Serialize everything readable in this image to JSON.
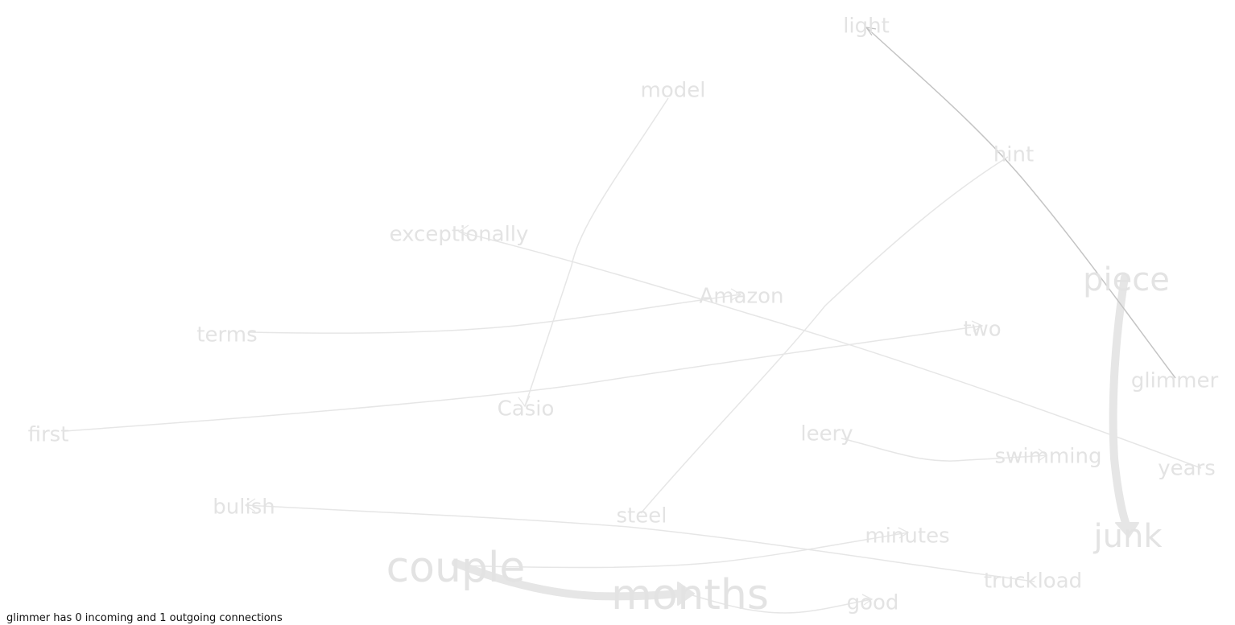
{
  "status_text": "glimmer has 0 incoming and 1 outgoing connections",
  "colors": {
    "selected": "#5b86b4",
    "neighbor": "#9cc3e2",
    "dim": "#e3e3e3"
  },
  "nodes": [
    {
      "id": "light",
      "label": "light",
      "state": "neighbor"
    },
    {
      "id": "model",
      "label": "model",
      "state": "dim"
    },
    {
      "id": "hint",
      "label": "hint",
      "state": "dim"
    },
    {
      "id": "exceptionally",
      "label": "exceptionally",
      "state": "dim"
    },
    {
      "id": "amazon",
      "label": "Amazon",
      "state": "dim"
    },
    {
      "id": "piece",
      "label": "piece",
      "state": "dim"
    },
    {
      "id": "terms",
      "label": "terms",
      "state": "dim"
    },
    {
      "id": "two",
      "label": "two",
      "state": "dim"
    },
    {
      "id": "glimmer",
      "label": "glimmer",
      "state": "selected"
    },
    {
      "id": "casio",
      "label": "Casio",
      "state": "dim"
    },
    {
      "id": "first",
      "label": "first",
      "state": "dim"
    },
    {
      "id": "leery",
      "label": "leery",
      "state": "dim"
    },
    {
      "id": "swimming",
      "label": "swimming",
      "state": "dim"
    },
    {
      "id": "years",
      "label": "years",
      "state": "dim"
    },
    {
      "id": "bulish",
      "label": "bulish",
      "state": "dim"
    },
    {
      "id": "steel",
      "label": "steel",
      "state": "dim"
    },
    {
      "id": "minutes",
      "label": "minutes",
      "state": "dim"
    },
    {
      "id": "junk",
      "label": "junk",
      "state": "dim"
    },
    {
      "id": "couple",
      "label": "couple",
      "state": "dim"
    },
    {
      "id": "truckload",
      "label": "truckload",
      "state": "dim"
    },
    {
      "id": "months",
      "label": "months",
      "state": "dim"
    },
    {
      "id": "good",
      "label": "good",
      "state": "dim"
    }
  ],
  "edges": [
    {
      "from": "glimmer",
      "to": "light",
      "weight": 1
    },
    {
      "from": "model",
      "to": "casio",
      "weight": 1
    },
    {
      "from": "steel",
      "to": "hint",
      "weight": 1
    },
    {
      "from": "years",
      "to": "exceptionally",
      "weight": 1
    },
    {
      "from": "terms",
      "to": "amazon",
      "weight": 1
    },
    {
      "from": "first",
      "to": "two",
      "weight": 1
    },
    {
      "from": "leery",
      "to": "swimming",
      "weight": 1
    },
    {
      "from": "truckload",
      "to": "bulish",
      "weight": 1
    },
    {
      "from": "couple",
      "to": "minutes",
      "weight": 1
    },
    {
      "from": "piece",
      "to": "junk",
      "weight": 6
    },
    {
      "from": "couple",
      "to": "months",
      "weight": 6
    },
    {
      "from": "months",
      "to": "good",
      "weight": 1
    }
  ]
}
